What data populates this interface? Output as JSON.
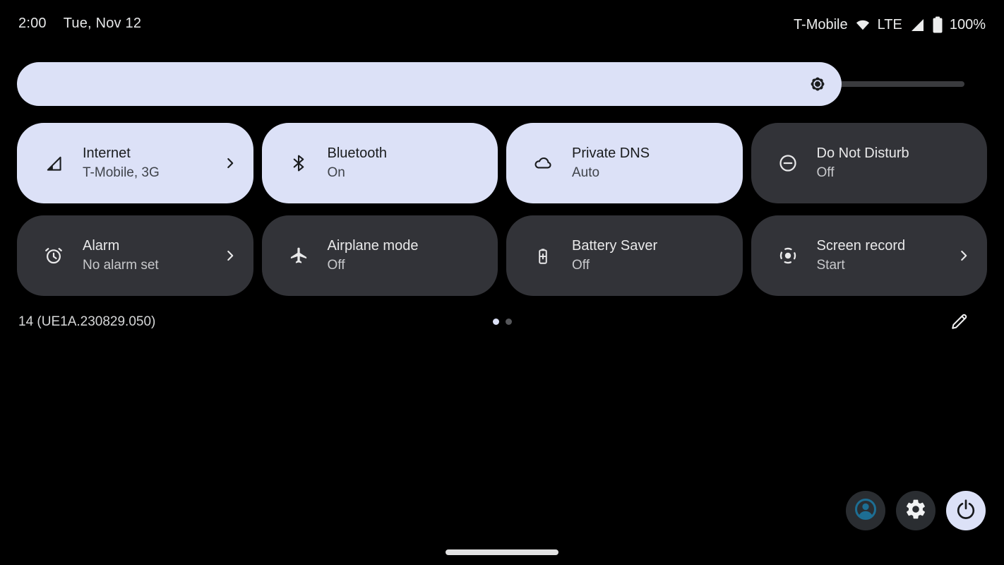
{
  "status_bar": {
    "time": "2:00",
    "date": "Tue, Nov 12",
    "carrier": "T-Mobile",
    "network_type": "LTE",
    "battery_percent": "100%"
  },
  "brightness": {
    "value_percent": 87
  },
  "tiles": [
    {
      "title": "Internet",
      "subtitle": "T-Mobile, 3G",
      "icon": "signal-icon",
      "state": "active",
      "chevron": true
    },
    {
      "title": "Bluetooth",
      "subtitle": "On",
      "icon": "bluetooth-icon",
      "state": "active",
      "chevron": false
    },
    {
      "title": "Private DNS",
      "subtitle": "Auto",
      "icon": "cloud-icon",
      "state": "active",
      "chevron": false
    },
    {
      "title": "Do Not Disturb",
      "subtitle": "Off",
      "icon": "dnd-icon",
      "state": "inactive",
      "chevron": false
    },
    {
      "title": "Alarm",
      "subtitle": "No alarm set",
      "icon": "alarm-icon",
      "state": "inactive",
      "chevron": true
    },
    {
      "title": "Airplane mode",
      "subtitle": "Off",
      "icon": "airplane-icon",
      "state": "inactive",
      "chevron": false
    },
    {
      "title": "Battery Saver",
      "subtitle": "Off",
      "icon": "battery-saver-icon",
      "state": "inactive",
      "chevron": false
    },
    {
      "title": "Screen record",
      "subtitle": "Start",
      "icon": "screen-record-icon",
      "state": "inactive",
      "chevron": true
    }
  ],
  "footer": {
    "build_number": "14 (UE1A.230829.050)",
    "pages": 2,
    "active_page": 1
  },
  "colors": {
    "accent_light": "#dce1f7",
    "tile_dark": "#323338",
    "background": "#000000",
    "avatar_teal": "#1d6e93",
    "track_gray": "#3a3b3e"
  }
}
